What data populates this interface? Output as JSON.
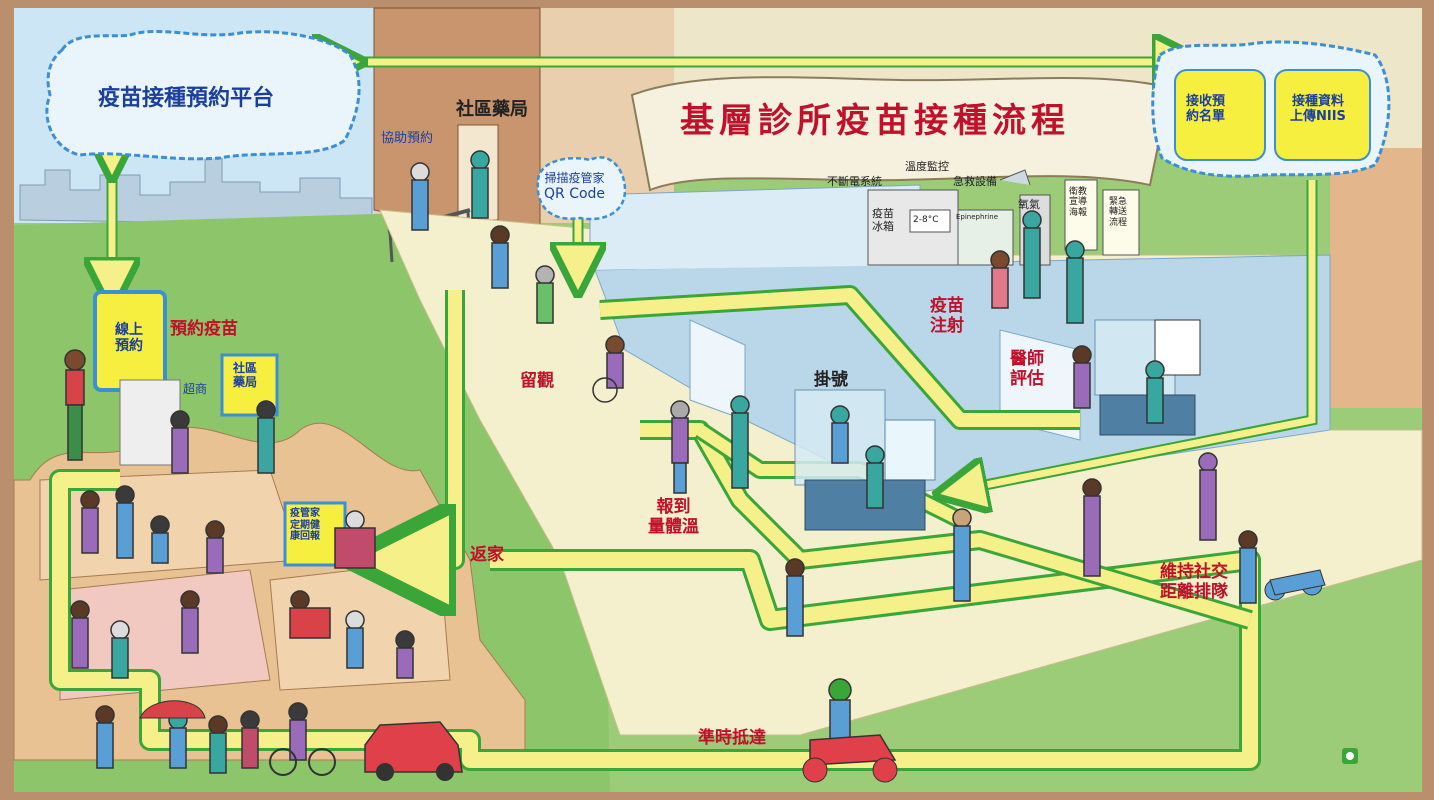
{
  "title": "基層診所疫苗接種流程",
  "platform": {
    "title": "疫苗接種預約平台"
  },
  "niis": {
    "receive": [
      "接收預",
      "約名單"
    ],
    "upload": [
      "接種資料",
      "上傳NIIS"
    ]
  },
  "pharmacy": {
    "sign": "社區藥局",
    "assist": "協助預約"
  },
  "qr": [
    "掃描疫管家",
    "QR Code"
  ],
  "equipment": {
    "power": "不斷電系統",
    "temp": "溫度監控",
    "emergency": "急救設備",
    "fridge": [
      "疫苗",
      "冰箱"
    ],
    "temp_display": "2-8°C",
    "oxygen": "氧氣",
    "epinephrine": "Epinephrine",
    "poster1": [
      "衛教",
      "宣導",
      "海報"
    ],
    "poster2": [
      "緊急",
      "轉送",
      "流程"
    ]
  },
  "stations": {
    "injection": [
      "疫苗",
      "注射"
    ],
    "assessment": [
      "醫師",
      "評估"
    ],
    "registration": "掛號",
    "checkin": [
      "報到",
      "量體溫"
    ],
    "observe": "留觀",
    "home": "返家",
    "queue": [
      "維持社交",
      "距離排隊"
    ],
    "arrive": "準時抵達"
  },
  "booking": {
    "title": "預約疫苗",
    "online": [
      "線上",
      "預約"
    ],
    "store": "超商",
    "pharmacy": [
      "社區",
      "藥局"
    ],
    "health_book": [
      "疫管家",
      "定期健",
      "康回報"
    ]
  },
  "colors": {
    "path_fill": "#f6f08a",
    "path_edge": "#3aa63a",
    "label_red": "#c0102a",
    "label_blue": "#1b3f9c",
    "grass": "#8cc56a",
    "cloud_fill": "#eaf4fb",
    "cloud_edge": "#3b8fd6"
  }
}
